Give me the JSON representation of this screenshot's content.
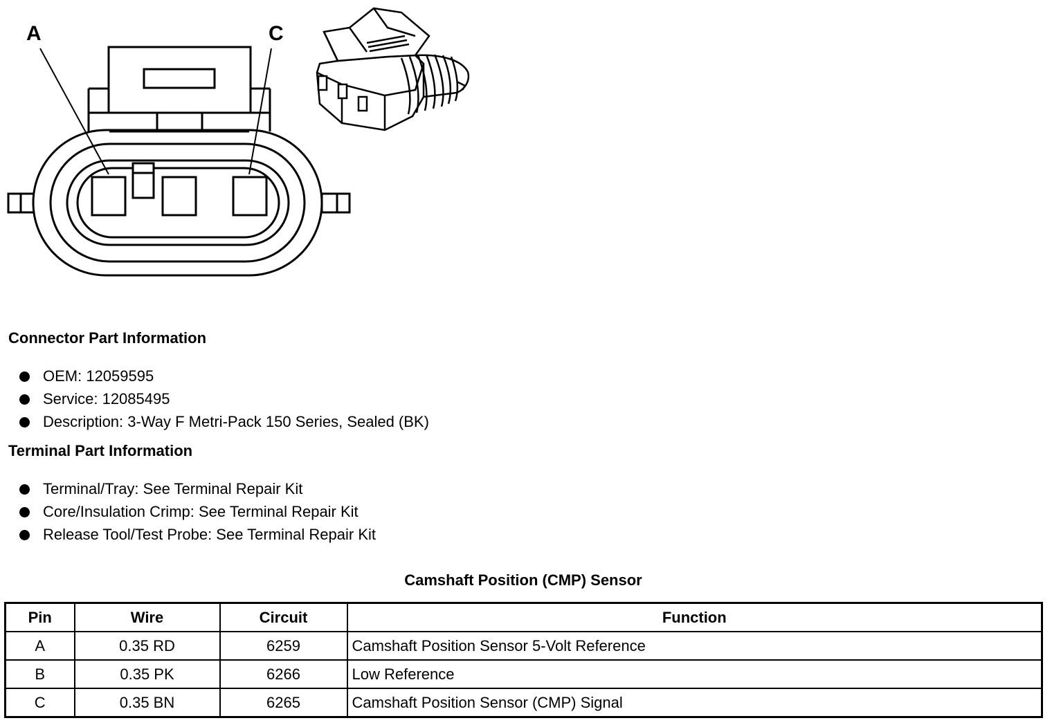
{
  "diagram": {
    "label_a": "A",
    "label_c": "C"
  },
  "connector_section": {
    "heading": "Connector Part Information",
    "items": [
      "OEM: 12059595",
      "Service: 12085495",
      "Description: 3-Way F Metri-Pack 150 Series, Sealed (BK)"
    ]
  },
  "terminal_section": {
    "heading": "Terminal Part Information",
    "items": [
      "Terminal/Tray: See Terminal Repair Kit",
      "Core/Insulation Crimp: See Terminal Repair Kit",
      "Release Tool/Test Probe: See Terminal Repair Kit"
    ]
  },
  "table": {
    "title": "Camshaft Position (CMP) Sensor",
    "headers": [
      "Pin",
      "Wire",
      "Circuit",
      "Function"
    ],
    "rows": [
      [
        "A",
        "0.35 RD",
        "6259",
        "Camshaft Position Sensor 5-Volt Reference"
      ],
      [
        "B",
        "0.35 PK",
        "6266",
        "Low Reference"
      ],
      [
        "C",
        "0.35 BN",
        "6265",
        "Camshaft Position Sensor (CMP) Signal"
      ]
    ]
  }
}
